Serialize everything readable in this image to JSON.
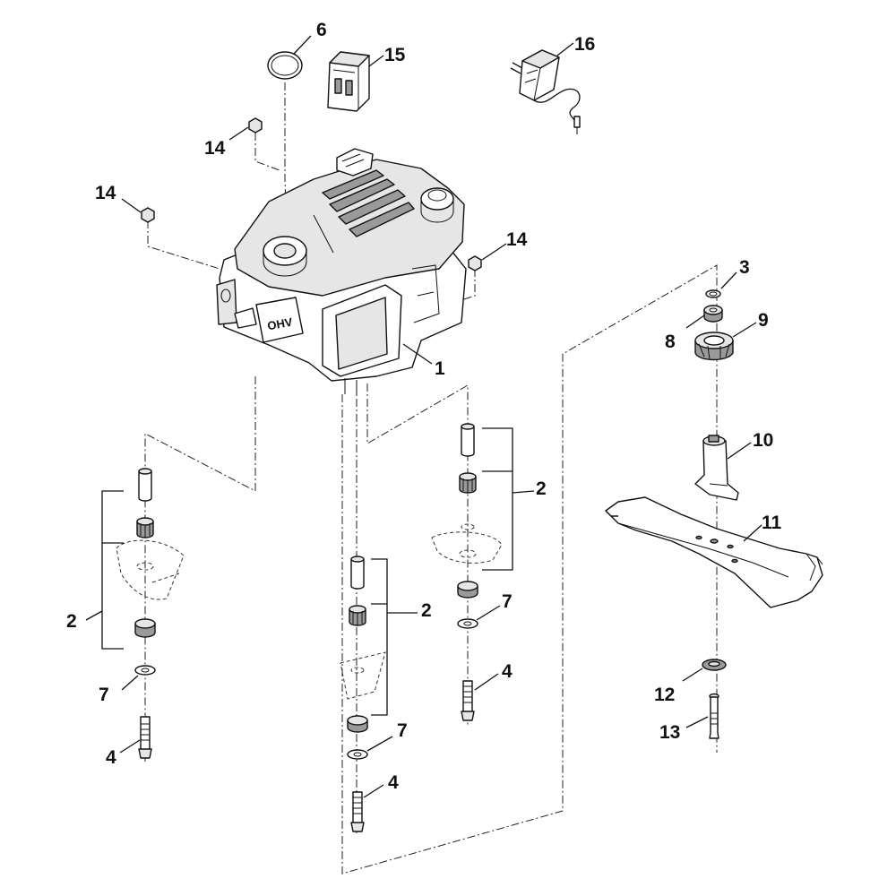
{
  "callouts": {
    "c1": "1",
    "c2a": "2",
    "c2b": "2",
    "c2c": "2",
    "c3": "3",
    "c4a": "4",
    "c4b": "4",
    "c4c": "4",
    "c6": "6",
    "c7a": "7",
    "c7b": "7",
    "c7c": "7",
    "c8": "8",
    "c9": "9",
    "c10": "10",
    "c11": "11",
    "c12": "12",
    "c13": "13",
    "c14a": "14",
    "c14b": "14",
    "c14c": "14",
    "c15": "15",
    "c16": "16"
  },
  "engine_label": "OHV",
  "icons": [
    "engine",
    "battery-pack",
    "charger",
    "seal-ring",
    "nut",
    "bolt",
    "sleeve",
    "rubber-buffer",
    "washer",
    "blade",
    "blade-adapter",
    "fan-wheel",
    "bearing"
  ]
}
